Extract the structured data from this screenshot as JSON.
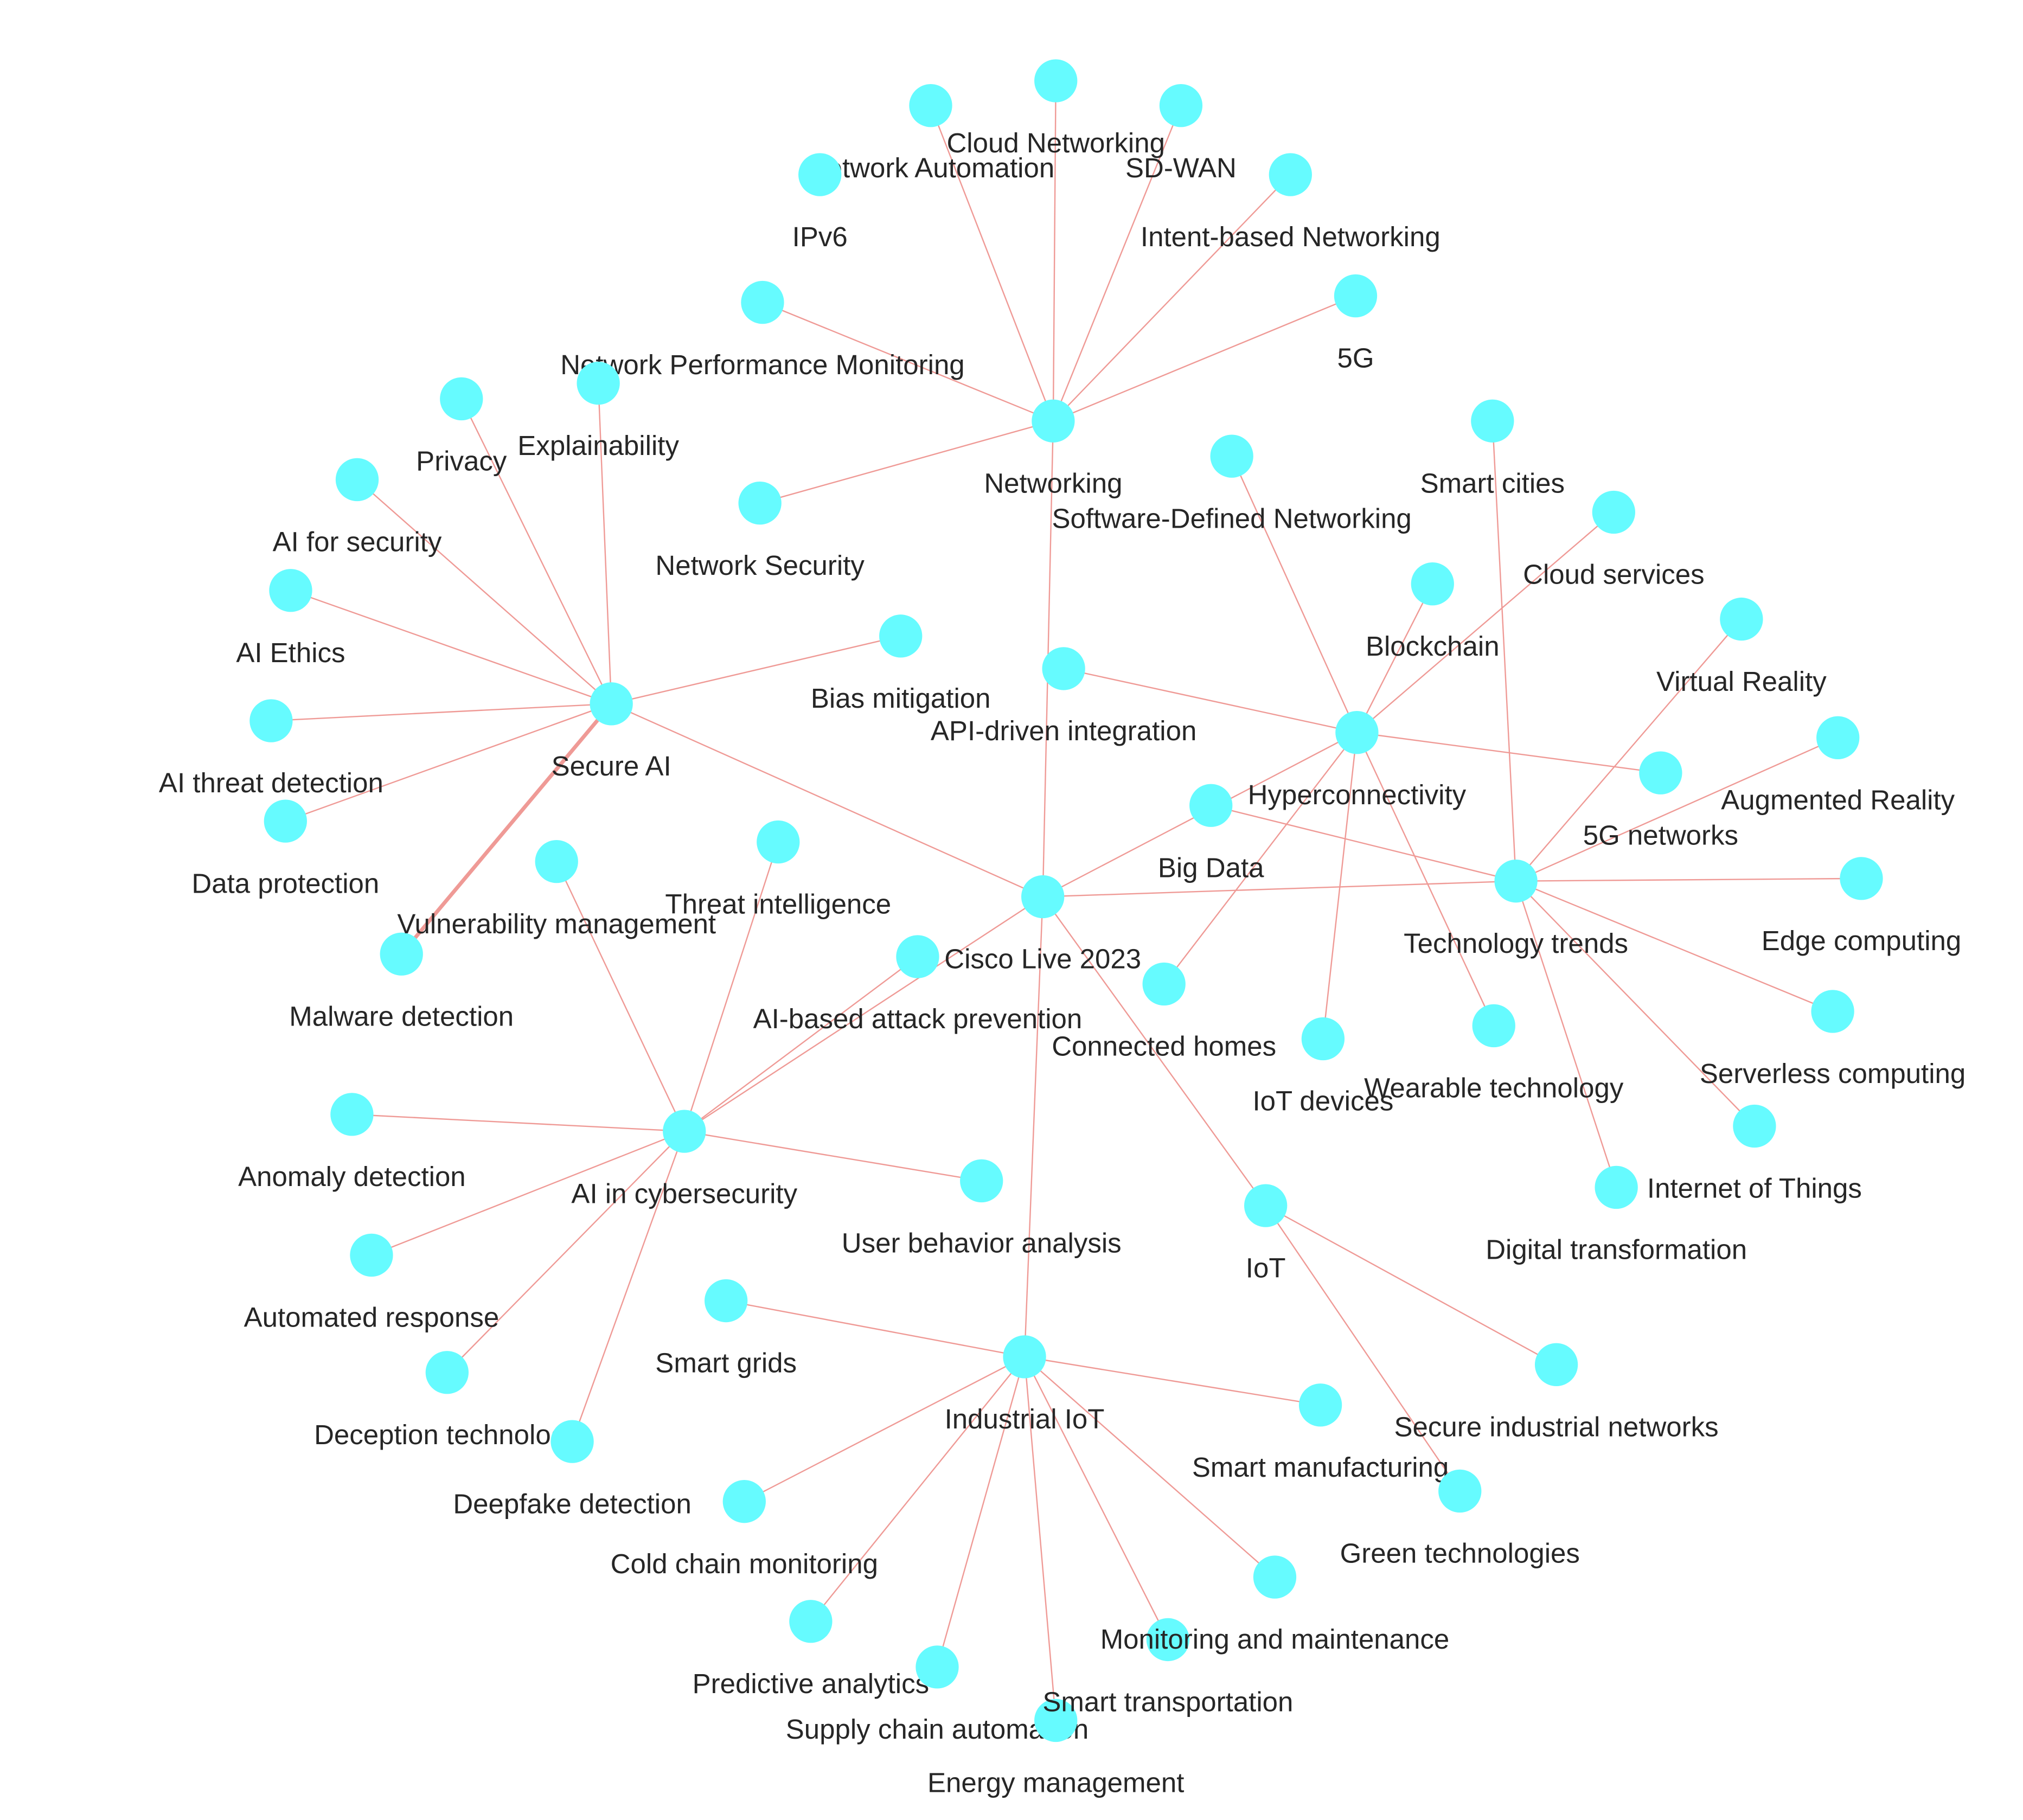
{
  "colors": {
    "background": "#ffffff",
    "node": "#66fbff",
    "edge": "#ef9a96",
    "label": "#262626"
  },
  "nodes": [
    {
      "id": "cisco-live",
      "label": "Cisco Live 2023"
    },
    {
      "id": "networking",
      "label": "Networking"
    },
    {
      "id": "secure-ai",
      "label": "Secure AI"
    },
    {
      "id": "hyperconnectivity",
      "label": "Hyperconnectivity"
    },
    {
      "id": "technology-trends",
      "label": "Technology trends"
    },
    {
      "id": "ai-in-cybersecurity",
      "label": "AI in cybersecurity"
    },
    {
      "id": "industrial-iot",
      "label": "Industrial IoT"
    },
    {
      "id": "iot",
      "label": "IoT"
    },
    {
      "id": "big-data",
      "label": "Big Data"
    },
    {
      "id": "ai-based-attack-prevention",
      "label": "AI-based attack prevention"
    },
    {
      "id": "network-automation",
      "label": "Network Automation"
    },
    {
      "id": "cloud-networking",
      "label": "Cloud Networking"
    },
    {
      "id": "sd-wan",
      "label": "SD-WAN"
    },
    {
      "id": "ipv6",
      "label": "IPv6"
    },
    {
      "id": "intent-based-networking",
      "label": "Intent-based Networking"
    },
    {
      "id": "network-performance-monitoring",
      "label": "Network Performance Monitoring"
    },
    {
      "id": "5g",
      "label": "5G"
    },
    {
      "id": "network-security",
      "label": "Network Security"
    },
    {
      "id": "software-defined-networking",
      "label": "Software-Defined Networking"
    },
    {
      "id": "explainability",
      "label": "Explainability"
    },
    {
      "id": "privacy",
      "label": "Privacy"
    },
    {
      "id": "ai-for-security",
      "label": "AI for security"
    },
    {
      "id": "ai-ethics",
      "label": "AI Ethics"
    },
    {
      "id": "ai-threat-detection",
      "label": "AI threat detection"
    },
    {
      "id": "data-protection",
      "label": "Data protection"
    },
    {
      "id": "malware-detection",
      "label": "Malware detection"
    },
    {
      "id": "bias-mitigation",
      "label": "Bias mitigation"
    },
    {
      "id": "smart-cities",
      "label": "Smart cities"
    },
    {
      "id": "blockchain",
      "label": "Blockchain"
    },
    {
      "id": "cloud-services",
      "label": "Cloud services"
    },
    {
      "id": "api-driven-integration",
      "label": "API-driven integration"
    },
    {
      "id": "5g-networks",
      "label": "5G networks"
    },
    {
      "id": "connected-homes",
      "label": "Connected homes"
    },
    {
      "id": "iot-devices",
      "label": "IoT devices"
    },
    {
      "id": "wearable-technology",
      "label": "Wearable technology"
    },
    {
      "id": "virtual-reality",
      "label": "Virtual Reality"
    },
    {
      "id": "augmented-reality",
      "label": "Augmented Reality"
    },
    {
      "id": "edge-computing",
      "label": "Edge computing"
    },
    {
      "id": "serverless-computing",
      "label": "Serverless computing"
    },
    {
      "id": "internet-of-things",
      "label": "Internet of Things"
    },
    {
      "id": "digital-transformation",
      "label": "Digital transformation"
    },
    {
      "id": "vulnerability-management",
      "label": "Vulnerability management"
    },
    {
      "id": "threat-intelligence",
      "label": "Threat intelligence"
    },
    {
      "id": "anomaly-detection",
      "label": "Anomaly detection"
    },
    {
      "id": "user-behavior-analysis",
      "label": "User behavior analysis"
    },
    {
      "id": "automated-response",
      "label": "Automated response"
    },
    {
      "id": "deception-technology",
      "label": "Deception technology"
    },
    {
      "id": "deepfake-detection",
      "label": "Deepfake detection"
    },
    {
      "id": "smart-grids",
      "label": "Smart grids"
    },
    {
      "id": "smart-manufacturing",
      "label": "Smart manufacturing"
    },
    {
      "id": "cold-chain-monitoring",
      "label": "Cold chain monitoring"
    },
    {
      "id": "predictive-analytics",
      "label": "Predictive analytics"
    },
    {
      "id": "supply-chain-automation",
      "label": "Supply chain automation"
    },
    {
      "id": "energy-management",
      "label": "Energy management"
    },
    {
      "id": "smart-transportation",
      "label": "Smart transportation"
    },
    {
      "id": "monitoring-and-maintenance",
      "label": "Monitoring and maintenance"
    },
    {
      "id": "secure-industrial-networks",
      "label": "Secure industrial networks"
    },
    {
      "id": "green-technologies",
      "label": "Green technologies"
    }
  ],
  "edges": [
    [
      "cisco-live",
      "networking"
    ],
    [
      "cisco-live",
      "secure-ai"
    ],
    [
      "cisco-live",
      "hyperconnectivity"
    ],
    [
      "cisco-live",
      "technology-trends"
    ],
    [
      "cisco-live",
      "ai-in-cybersecurity"
    ],
    [
      "cisco-live",
      "industrial-iot"
    ],
    [
      "cisco-live",
      "iot"
    ],
    [
      "networking",
      "network-automation"
    ],
    [
      "networking",
      "cloud-networking"
    ],
    [
      "networking",
      "sd-wan"
    ],
    [
      "networking",
      "intent-based-networking"
    ],
    [
      "networking",
      "5g"
    ],
    [
      "networking",
      "network-performance-monitoring"
    ],
    [
      "networking",
      "network-security"
    ],
    [
      "secure-ai",
      "explainability"
    ],
    [
      "secure-ai",
      "privacy"
    ],
    [
      "secure-ai",
      "ai-for-security"
    ],
    [
      "secure-ai",
      "ai-ethics"
    ],
    [
      "secure-ai",
      "ai-threat-detection"
    ],
    [
      "secure-ai",
      "data-protection"
    ],
    [
      "secure-ai",
      "malware-detection",
      "thick"
    ],
    [
      "secure-ai",
      "bias-mitigation"
    ],
    [
      "hyperconnectivity",
      "software-defined-networking"
    ],
    [
      "hyperconnectivity",
      "blockchain"
    ],
    [
      "hyperconnectivity",
      "cloud-services"
    ],
    [
      "hyperconnectivity",
      "api-driven-integration"
    ],
    [
      "hyperconnectivity",
      "5g-networks"
    ],
    [
      "hyperconnectivity",
      "connected-homes"
    ],
    [
      "hyperconnectivity",
      "iot-devices"
    ],
    [
      "hyperconnectivity",
      "wearable-technology"
    ],
    [
      "technology-trends",
      "smart-cities"
    ],
    [
      "technology-trends",
      "virtual-reality"
    ],
    [
      "technology-trends",
      "augmented-reality"
    ],
    [
      "technology-trends",
      "edge-computing"
    ],
    [
      "technology-trends",
      "serverless-computing"
    ],
    [
      "technology-trends",
      "internet-of-things"
    ],
    [
      "technology-trends",
      "digital-transformation"
    ],
    [
      "technology-trends",
      "big-data"
    ],
    [
      "ai-in-cybersecurity",
      "vulnerability-management"
    ],
    [
      "ai-in-cybersecurity",
      "threat-intelligence"
    ],
    [
      "ai-in-cybersecurity",
      "ai-based-attack-prevention"
    ],
    [
      "ai-in-cybersecurity",
      "anomaly-detection"
    ],
    [
      "ai-in-cybersecurity",
      "user-behavior-analysis"
    ],
    [
      "ai-in-cybersecurity",
      "automated-response"
    ],
    [
      "ai-in-cybersecurity",
      "deception-technology"
    ],
    [
      "ai-in-cybersecurity",
      "deepfake-detection"
    ],
    [
      "industrial-iot",
      "smart-grids"
    ],
    [
      "industrial-iot",
      "smart-manufacturing"
    ],
    [
      "industrial-iot",
      "cold-chain-monitoring"
    ],
    [
      "industrial-iot",
      "predictive-analytics"
    ],
    [
      "industrial-iot",
      "supply-chain-automation"
    ],
    [
      "industrial-iot",
      "energy-management"
    ],
    [
      "industrial-iot",
      "smart-transportation"
    ],
    [
      "industrial-iot",
      "monitoring-and-maintenance"
    ],
    [
      "iot",
      "secure-industrial-networks"
    ],
    [
      "iot",
      "green-technologies"
    ]
  ]
}
